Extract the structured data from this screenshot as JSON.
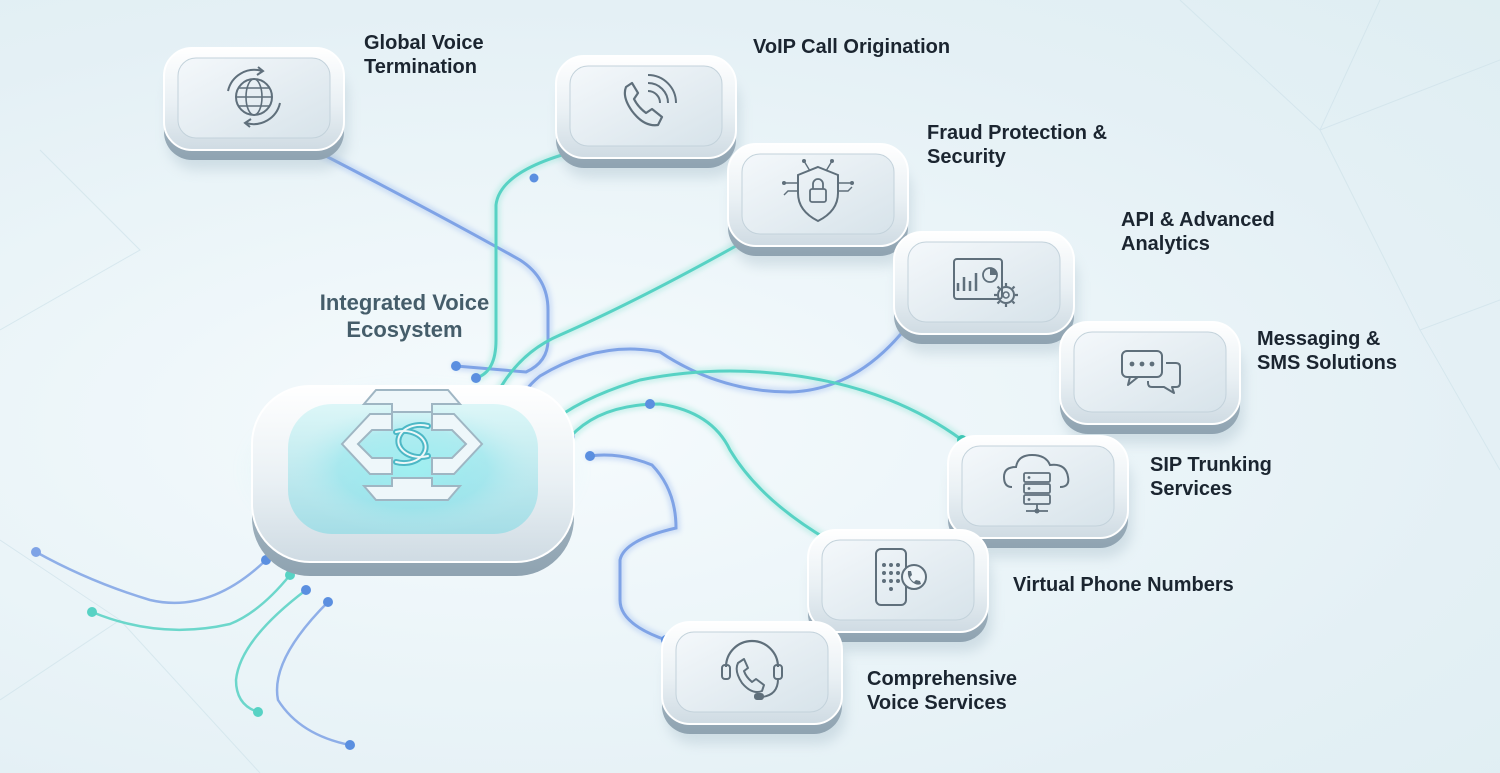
{
  "hub": {
    "title_line1": "Integrated Voice",
    "title_line2": "Ecosystem",
    "icon": "interlocking-link-icon"
  },
  "services": [
    {
      "id": "global-voice-termination",
      "line1": "Global Voice",
      "line2": "Termination",
      "icon": "globe-sync-icon"
    },
    {
      "id": "voip-call-origination",
      "line1": "VoIP Call Origination",
      "line2": "",
      "icon": "phone-signal-icon"
    },
    {
      "id": "fraud-protection-security",
      "line1": "Fraud Protection &",
      "line2": "Security",
      "icon": "shield-lock-icon"
    },
    {
      "id": "api-advanced-analytics",
      "line1": "API & Advanced",
      "line2": "Analytics",
      "icon": "analytics-gear-icon"
    },
    {
      "id": "messaging-sms-solutions",
      "line1": "Messaging &",
      "line2": "SMS Solutions",
      "icon": "chat-bubbles-icon"
    },
    {
      "id": "sip-trunking-services",
      "line1": "SIP Trunking",
      "line2": "Services",
      "icon": "cloud-server-icon"
    },
    {
      "id": "virtual-phone-numbers",
      "line1": "Virtual Phone Numbers",
      "line2": "",
      "icon": "mobile-keypad-icon"
    },
    {
      "id": "comprehensive-voice-services",
      "line1": "Comprehensive",
      "line2": "Voice Services",
      "icon": "headset-phone-icon"
    }
  ],
  "colors": {
    "accent_teal": "#57d2c4",
    "accent_blue": "#7fa3e6",
    "node_dot": "#5b8fe0",
    "hub_glow": "#6fe0e8",
    "label_text": "#1b2530",
    "hub_title": "#455d6a"
  }
}
